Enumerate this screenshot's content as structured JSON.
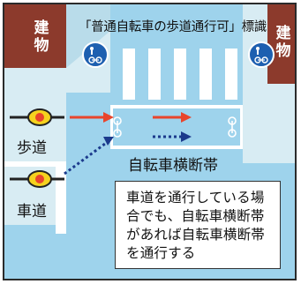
{
  "title": "「普通自転車の歩道通行可」標識",
  "building_left": [
    "建",
    "物"
  ],
  "building_right": [
    "建",
    "物"
  ],
  "label_sidewalk": "歩道",
  "label_roadway": "車道",
  "label_crossing": "自転車横断帯",
  "note_lines": [
    "車道を通行している場",
    "合でも、自転車横断帯",
    "があれば自転車横断帯",
    "を通行する"
  ],
  "colors": {
    "road": "#9ed3ec",
    "sidewalk": "#d8ecf3",
    "building": "#8c3a2c",
    "sign_blue": "#1d5fb0",
    "arrow_red": "#e8452c",
    "arrow_blue": "#1b3a8c",
    "signal_yellow": "#f5d21e"
  },
  "icons": [
    "bicycle-pedestrian-sign-icon",
    "traffic-signal-icon",
    "bicycle-mark-icon",
    "red-arrow-icon",
    "blue-dotted-arrow-icon"
  ]
}
